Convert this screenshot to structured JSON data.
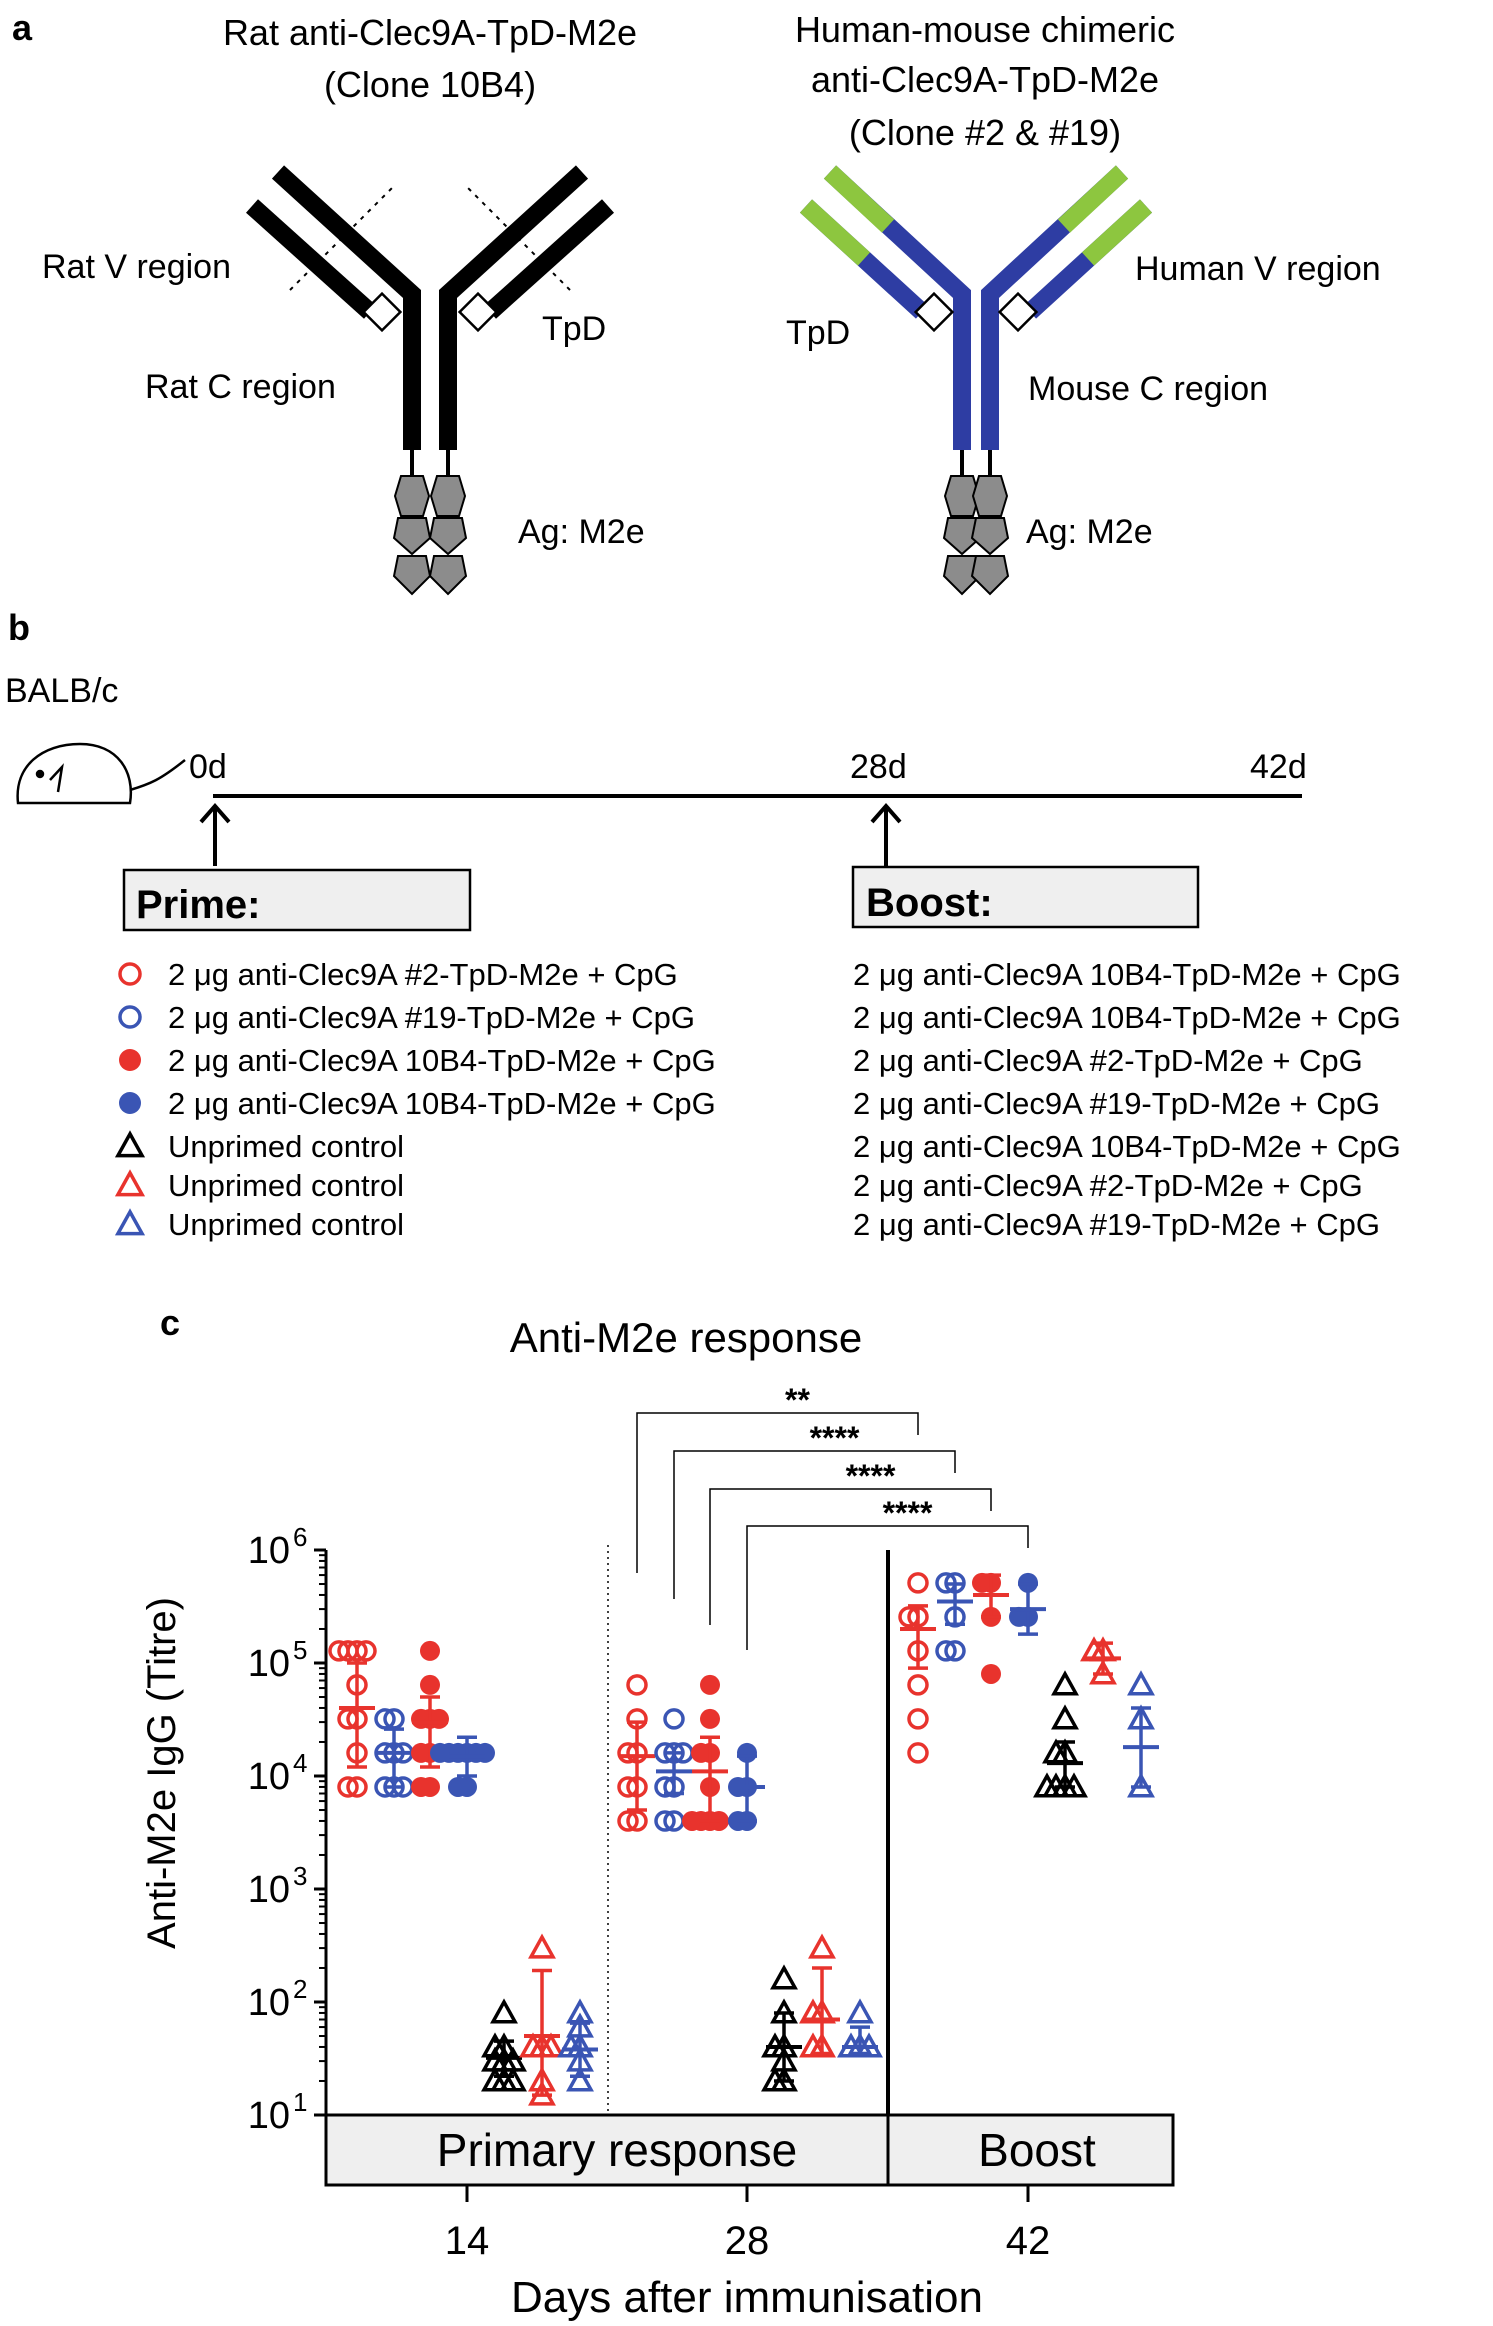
{
  "panel_a": {
    "label": "a",
    "left_antibody": {
      "title_line1": "Rat anti-Clec9A-TpD-M2e",
      "title_line2": "(Clone 10B4)",
      "v_region_label": "Rat V region",
      "c_region_label": "Rat C region",
      "tpd_label": "TpD",
      "antigen_label": "Ag: M2e"
    },
    "right_antibody": {
      "title_line1": "Human-mouse chimeric",
      "title_line2": "anti-Clec9A-TpD-M2e",
      "title_line3": "(Clone #2 & #19)",
      "v_region_label": "Human V region",
      "c_region_label": "Mouse C region",
      "tpd_label": "TpD",
      "antigen_label": "Ag: M2e"
    },
    "colors": {
      "rat": "#000000",
      "human_v": "#8dc63f",
      "mouse_c": "#2e3da3",
      "tpd_fill": "#ffffff",
      "antigen": "#8c8c8c"
    }
  },
  "panel_b": {
    "label": "b",
    "mouse_label": "BALB/c",
    "timeline": [
      "0d",
      "28d",
      "42d"
    ],
    "prime_title": "Prime:",
    "boost_title": "Boost:",
    "groups": [
      {
        "symbol": "open-circle",
        "color": "#e8332d",
        "prime": "2 μg anti-Clec9A #2-TpD-M2e + CpG",
        "boost": "2 μg anti-Clec9A 10B4-TpD-M2e + CpG"
      },
      {
        "symbol": "open-circle",
        "color": "#3a55b4",
        "prime": "2 μg anti-Clec9A #19-TpD-M2e + CpG",
        "boost": "2 μg anti-Clec9A 10B4-TpD-M2e + CpG"
      },
      {
        "symbol": "filled-circle",
        "color": "#e8332d",
        "prime": "2 μg anti-Clec9A 10B4-TpD-M2e + CpG",
        "boost": "2 μg anti-Clec9A #2-TpD-M2e + CpG"
      },
      {
        "symbol": "filled-circle",
        "color": "#3a55b4",
        "prime": "2 μg anti-Clec9A 10B4-TpD-M2e + CpG",
        "boost": "2 μg anti-Clec9A #19-TpD-M2e + CpG"
      },
      {
        "symbol": "open-triangle",
        "color": "#000000",
        "prime": "Unprimed control",
        "boost": "2 μg anti-Clec9A 10B4-TpD-M2e + CpG"
      },
      {
        "symbol": "open-triangle",
        "color": "#e8332d",
        "prime": "Unprimed control",
        "boost": "2 μg anti-Clec9A #2-TpD-M2e + CpG"
      },
      {
        "symbol": "open-triangle",
        "color": "#3a55b4",
        "prime": "Unprimed control",
        "boost": "2 μg anti-Clec9A #19-TpD-M2e + CpG"
      }
    ]
  },
  "panel_c": {
    "label": "c",
    "chart_data": {
      "type": "scatter",
      "title": "Anti-M2e response",
      "ylabel": "Anti-M2e IgG (Titre)",
      "xlabel": "Days after immunisation",
      "y_scale": "log",
      "ylim": [
        10,
        1000000
      ],
      "y_ticks": [
        {
          "value": 1000000,
          "base": "10",
          "exp": "6"
        },
        {
          "value": 100000,
          "base": "10",
          "exp": "5"
        },
        {
          "value": 10000,
          "base": "10",
          "exp": "4"
        },
        {
          "value": 1000,
          "base": "10",
          "exp": "3"
        },
        {
          "value": 100,
          "base": "10",
          "exp": "2"
        },
        {
          "value": 10,
          "base": "10",
          "exp": "1"
        }
      ],
      "x_ticks": [
        "14",
        "28",
        "42"
      ],
      "phase_labels": [
        "Primary response",
        "Boost"
      ],
      "series": [
        {
          "day": "14",
          "group": 0,
          "marker": "open-circle",
          "color": "#e8332d",
          "mean": 40000,
          "err": [
            12000,
            100000
          ],
          "points": [
            8000,
            8000,
            16000,
            32000,
            32000,
            64000,
            128000,
            128000,
            128000,
            128000
          ]
        },
        {
          "day": "14",
          "group": 1,
          "marker": "open-circle",
          "color": "#3a55b4",
          "mean": 16000,
          "err": [
            8000,
            26000
          ],
          "points": [
            8000,
            8000,
            8000,
            16000,
            16000,
            16000,
            32000,
            32000
          ]
        },
        {
          "day": "14",
          "group": 2,
          "marker": "filled-circle",
          "color": "#e8332d",
          "mean": 30000,
          "err": [
            12000,
            50000
          ],
          "points": [
            8000,
            8000,
            16000,
            16000,
            32000,
            32000,
            32000,
            64000,
            128000
          ]
        },
        {
          "day": "14",
          "group": 3,
          "marker": "filled-circle",
          "color": "#3a55b4",
          "mean": 15000,
          "err": [
            10000,
            22000
          ],
          "points": [
            8000,
            8000,
            16000,
            16000,
            16000,
            16000,
            16000,
            16000
          ]
        },
        {
          "day": "14",
          "group": 4,
          "marker": "open-triangle",
          "color": "#000000",
          "mean": 32,
          "err": [
            22,
            45
          ],
          "points": [
            20,
            20,
            20,
            30,
            30,
            30,
            40,
            40,
            80
          ]
        },
        {
          "day": "14",
          "group": 5,
          "marker": "open-triangle",
          "color": "#e8332d",
          "mean": 50,
          "err": [
            15,
            190
          ],
          "points": [
            15,
            20,
            40,
            40,
            40,
            300
          ]
        },
        {
          "day": "14",
          "group": 6,
          "marker": "open-triangle",
          "color": "#3a55b4",
          "mean": 38,
          "err": [
            22,
            65
          ],
          "points": [
            20,
            30,
            40,
            40,
            60,
            80
          ]
        },
        {
          "day": "28",
          "group": 0,
          "marker": "open-circle",
          "color": "#e8332d",
          "mean": 15000,
          "err": [
            5000,
            30000
          ],
          "points": [
            4000,
            4000,
            8000,
            8000,
            16000,
            16000,
            32000,
            64000
          ]
        },
        {
          "day": "28",
          "group": 1,
          "marker": "open-circle",
          "color": "#3a55b4",
          "mean": 11000,
          "err": [
            7000,
            16000
          ],
          "points": [
            4000,
            4000,
            8000,
            8000,
            16000,
            16000,
            16000,
            32000
          ]
        },
        {
          "day": "28",
          "group": 2,
          "marker": "filled-circle",
          "color": "#e8332d",
          "mean": 11000,
          "err": [
            4000,
            22000
          ],
          "points": [
            4000,
            4000,
            4000,
            4000,
            8000,
            16000,
            16000,
            32000,
            64000
          ]
        },
        {
          "day": "28",
          "group": 3,
          "marker": "filled-circle",
          "color": "#3a55b4",
          "mean": 8000,
          "err": [
            4000,
            15000
          ],
          "points": [
            4000,
            4000,
            8000,
            8000,
            16000
          ]
        },
        {
          "day": "28",
          "group": 4,
          "marker": "open-triangle",
          "color": "#000000",
          "mean": 40,
          "err": [
            20,
            80
          ],
          "points": [
            20,
            20,
            30,
            40,
            40,
            80,
            160
          ]
        },
        {
          "day": "28",
          "group": 5,
          "marker": "open-triangle",
          "color": "#e8332d",
          "mean": 70,
          "err": [
            35,
            200
          ],
          "points": [
            40,
            40,
            80,
            80,
            300
          ]
        },
        {
          "day": "28",
          "group": 6,
          "marker": "open-triangle",
          "color": "#3a55b4",
          "mean": 40,
          "err": [
            35,
            60
          ],
          "points": [
            40,
            40,
            40,
            80
          ]
        },
        {
          "day": "42",
          "group": 0,
          "marker": "open-circle",
          "color": "#e8332d",
          "mean": 200000,
          "err": [
            90000,
            320000
          ],
          "points": [
            16000,
            32000,
            64000,
            128000,
            256000,
            256000,
            512000
          ]
        },
        {
          "day": "42",
          "group": 1,
          "marker": "open-circle",
          "color": "#3a55b4",
          "mean": 350000,
          "err": [
            220000,
            500000
          ],
          "points": [
            128000,
            128000,
            256000,
            512000,
            512000
          ]
        },
        {
          "day": "42",
          "group": 2,
          "marker": "filled-circle",
          "color": "#e8332d",
          "mean": 400000,
          "err": [
            256000,
            600000
          ],
          "points": [
            80000,
            256000,
            512000,
            512000
          ]
        },
        {
          "day": "42",
          "group": 3,
          "marker": "filled-circle",
          "color": "#3a55b4",
          "mean": 300000,
          "err": [
            180000,
            500000
          ],
          "points": [
            256000,
            256000,
            512000
          ]
        },
        {
          "day": "42",
          "group": 4,
          "marker": "open-triangle",
          "color": "#000000",
          "mean": 13000,
          "err": [
            8000,
            20000
          ],
          "points": [
            8000,
            8000,
            8000,
            8000,
            16000,
            16000,
            32000,
            64000
          ]
        },
        {
          "day": "42",
          "group": 5,
          "marker": "open-triangle",
          "color": "#e8332d",
          "mean": 110000,
          "err": [
            80000,
            150000
          ],
          "points": [
            80000,
            128000,
            128000
          ]
        },
        {
          "day": "42",
          "group": 6,
          "marker": "open-triangle",
          "color": "#3a55b4",
          "mean": 18000,
          "err": [
            8000,
            40000
          ],
          "points": [
            8000,
            32000,
            64000
          ]
        }
      ],
      "significance": [
        {
          "label": "**",
          "from": {
            "day": "28",
            "group": 0
          },
          "to": {
            "day": "42",
            "group": 0
          }
        },
        {
          "label": "****",
          "from": {
            "day": "28",
            "group": 1
          },
          "to": {
            "day": "42",
            "group": 1
          }
        },
        {
          "label": "****",
          "from": {
            "day": "28",
            "group": 2
          },
          "to": {
            "day": "42",
            "group": 2
          }
        },
        {
          "label": "****",
          "from": {
            "day": "28",
            "group": 3
          },
          "to": {
            "day": "42",
            "group": 3
          }
        }
      ]
    }
  }
}
